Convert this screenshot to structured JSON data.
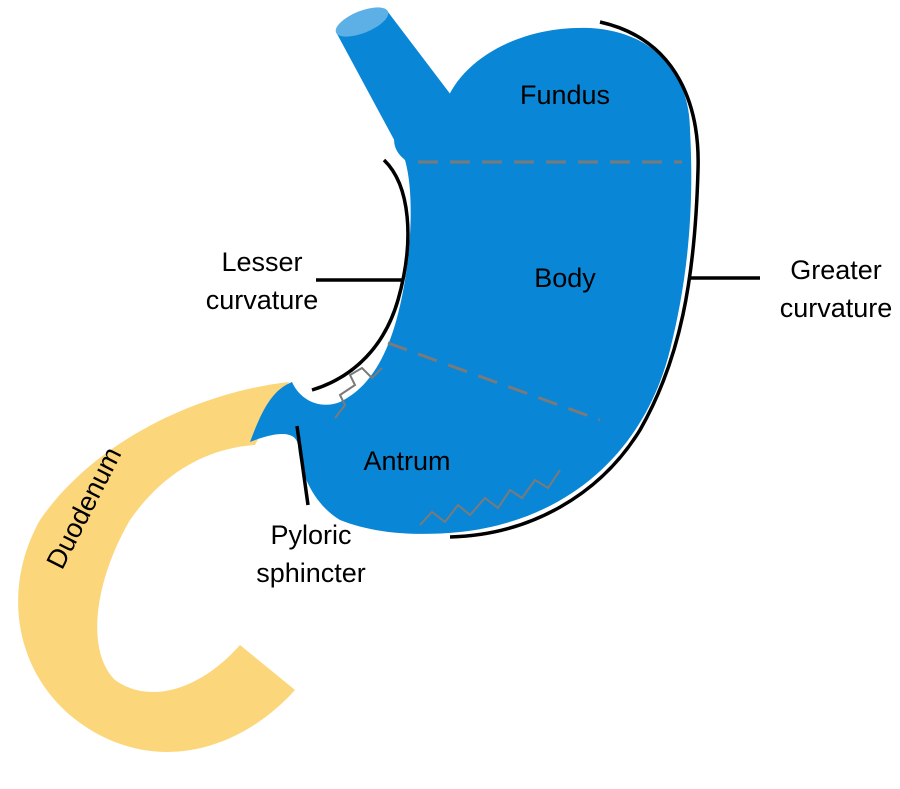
{
  "colors": {
    "stomach": "#0a86d6",
    "stomach_light": "#5cb0e6",
    "duodenum": "#fcd67a",
    "outline": "#000000",
    "divider": "#7a7a7a",
    "background": "#ffffff"
  },
  "labels": {
    "fundus": "Fundus",
    "body": "Body",
    "antrum": "Antrum",
    "duodenum": "Duodenum",
    "lesser_line1": "Lesser",
    "lesser_line2": "curvature",
    "greater_line1": "Greater",
    "greater_line2": "curvature",
    "pyloric_line1": "Pyloric",
    "pyloric_line2": "sphincter"
  }
}
